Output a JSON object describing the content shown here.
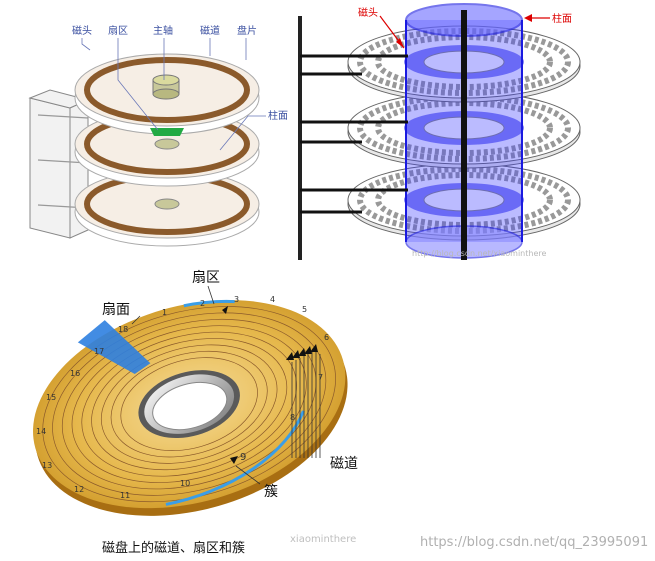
{
  "diagram_top_left": {
    "labels": {
      "head": "磁头",
      "sector": "扇区",
      "spindle": "主轴",
      "track": "磁道",
      "platter": "盘片",
      "cylinder": "柱面"
    }
  },
  "diagram_top_right": {
    "labels": {
      "head": "磁头",
      "cylinder": "柱面"
    },
    "watermark": "http://blog.csdn.net/xiaominthere"
  },
  "diagram_bottom": {
    "labels": {
      "sector": "扇区",
      "face": "扇面",
      "track": "磁道",
      "cluster": "簇"
    },
    "sector_numbers": [
      "1",
      "2",
      "3",
      "4",
      "5",
      "6",
      "7",
      "8",
      "9",
      "10",
      "11",
      "12",
      "13",
      "14",
      "15",
      "16",
      "17",
      "18"
    ],
    "caption": "磁盘上的磁道、扇区和簇",
    "watermark_mid": "xiaominthere",
    "watermark_url": "https://blog.csdn.net/qq_23995091"
  },
  "colors": {
    "accent_label": "#3a4fa0",
    "cylinder_blue": "#2222dd",
    "red_label": "#dd0000",
    "disk_gold": "#e0a830",
    "track_brown": "#8b5a2b"
  }
}
